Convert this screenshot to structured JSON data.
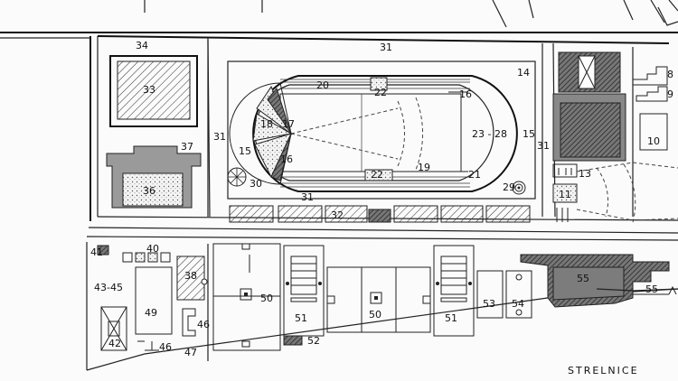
{
  "labels": {
    "n34": "34",
    "n31_top": "31",
    "n14": "14",
    "n8": "8",
    "n9": "9",
    "n33": "33",
    "n37": "37",
    "n36": "36",
    "n20": "20",
    "n22_top": "22",
    "n16_top": "16",
    "n18": "18",
    "n17": "17",
    "n15_left": "15",
    "n16_bot": "16",
    "n30": "30",
    "n31_left": "31",
    "n31_bot": "31",
    "n23_28": "23 - 28",
    "n15_right": "15",
    "n31_right": "31",
    "n22_bot": "22",
    "n19": "19",
    "n21": "21",
    "n29": "29",
    "n10": "10",
    "n13": "13",
    "n11": "11",
    "n32": "32",
    "n41": "41",
    "n40": "40",
    "n43_45": "43-45",
    "n49": "49",
    "n38": "38",
    "n42": "42",
    "n46_right": "46",
    "n46_bot": "46",
    "n47": "47",
    "n50_left": "50",
    "n51_left": "51",
    "n52": "52",
    "n50_mid": "50",
    "n51_right": "51",
    "n53": "53",
    "n54": "54",
    "n55_building": "55",
    "n55_road": "55",
    "strelnice": "STRELNICE"
  }
}
